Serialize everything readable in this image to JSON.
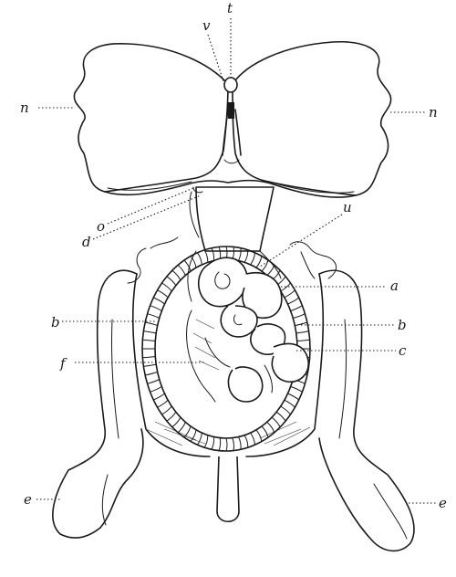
{
  "labels": {
    "t": "t",
    "v": "v",
    "n_left": "n",
    "n_right": "n",
    "o": "o",
    "d": "d",
    "u": "u",
    "a": "a",
    "b_left": "b",
    "b_right": "b",
    "f": "f",
    "c": "c",
    "e_left": "e",
    "e_right": "e"
  }
}
